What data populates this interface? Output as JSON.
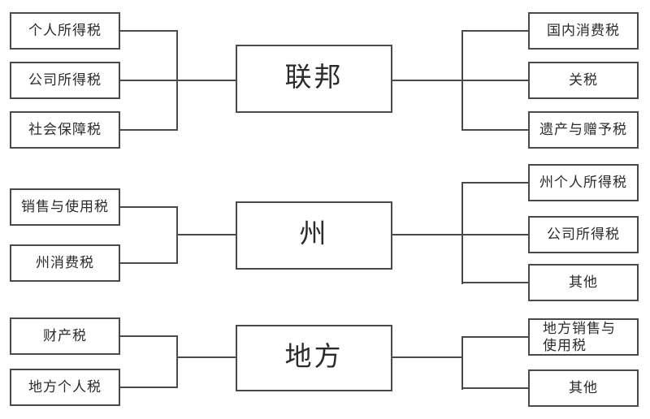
{
  "diagram": {
    "title": "tax-structure-flowchart",
    "colors": {
      "line": "#4a4a4a",
      "background": "#ffffff",
      "text": "#2b2b2b"
    },
    "sections": [
      {
        "name": "federal",
        "center": "联邦",
        "left": [
          "个人所得税",
          "公司所得税",
          "社会保障税"
        ],
        "right": [
          "国内消费税",
          "关税",
          "遗产与赠予税"
        ]
      },
      {
        "name": "state",
        "center": "州",
        "left": [
          "销售与使用税",
          "州消费税"
        ],
        "right": [
          "州个人所得税",
          "公司所得税",
          "其他"
        ]
      },
      {
        "name": "local",
        "center": "地方",
        "left": [
          "财产税",
          "地方个人税"
        ],
        "right": [
          "地方销售与使用税",
          "其他"
        ]
      }
    ]
  }
}
